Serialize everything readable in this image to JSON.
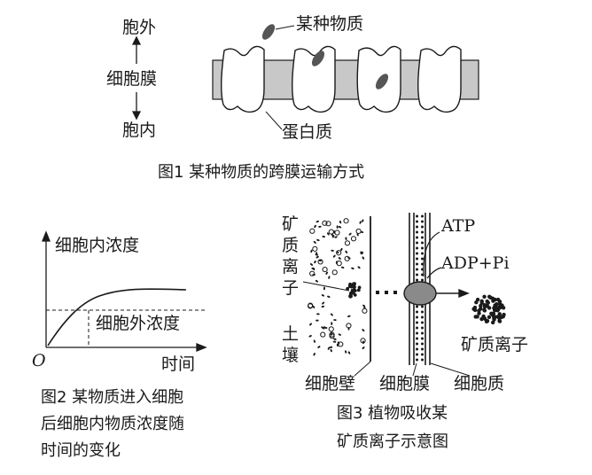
{
  "fig1": {
    "outside_label": "胞外",
    "membrane_label": "细胞膜",
    "inside_label": "胞内",
    "substance_label": "某种物质",
    "protein_label": "蛋白质",
    "caption": "图1 某种物质的跨膜运输方式"
  },
  "fig2": {
    "ylabel": "细胞内浓度",
    "ref_label": "细胞外浓度",
    "xlabel": "时间",
    "origin": "O",
    "caption_lines": [
      "图2 某物质进入细胞",
      "后细胞内物质浓度随",
      "时间的变化"
    ]
  },
  "fig3": {
    "ion_label_chars": [
      "矿",
      "质",
      "离",
      "子"
    ],
    "soil_label_chars": [
      "土",
      "壤"
    ],
    "atp_label": "ATP",
    "adp_label": "ADP+Pi",
    "ion_right_label": "矿质离子",
    "wall_label": "细胞壁",
    "membrane_label": "细胞膜",
    "cytoplasm_label": "细胞质",
    "caption_lines": [
      "图3 植物吸收某",
      "矿质离子示意图"
    ]
  }
}
